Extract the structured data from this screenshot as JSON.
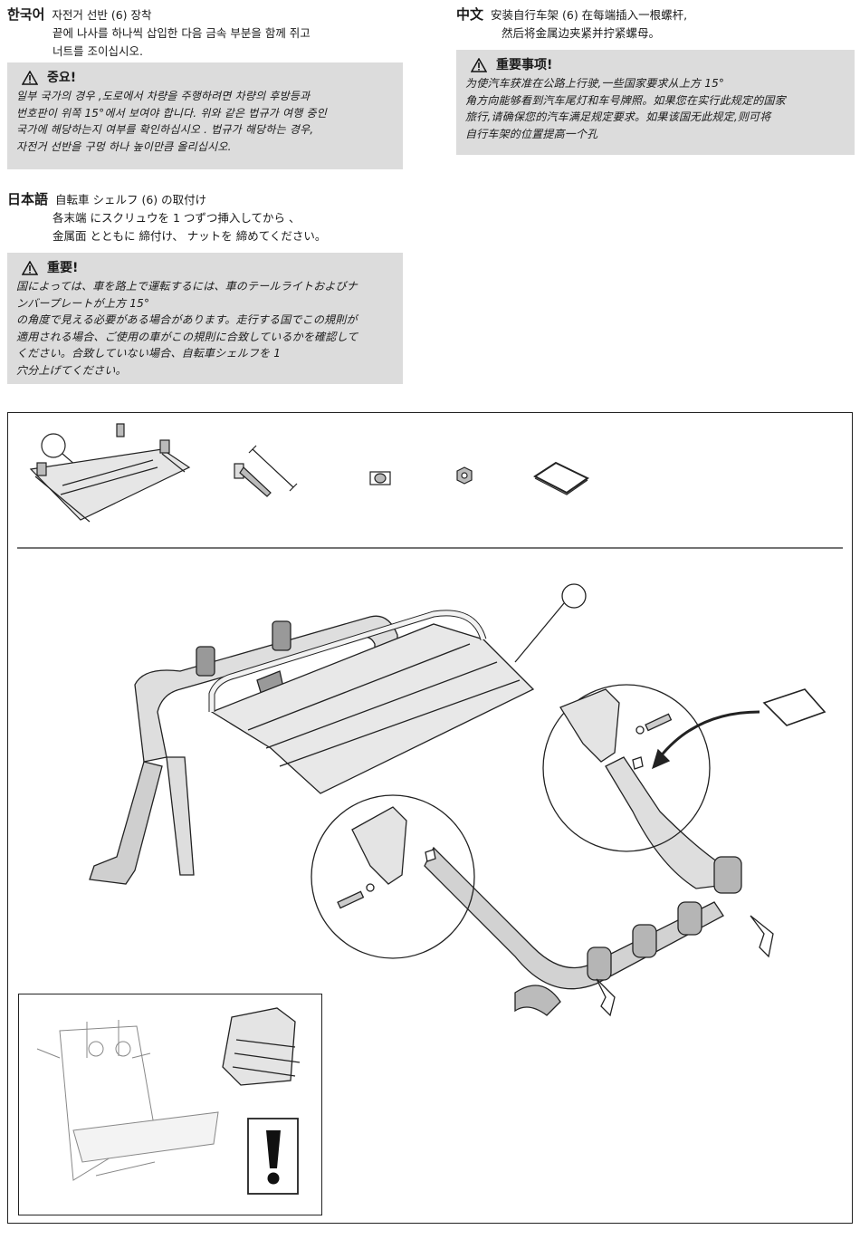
{
  "korean": {
    "lang_label": "한국어",
    "line1": "자전거 선반 (6) 장착",
    "line2": "끝에 나사를 하나씩 삽입한 다음 금속 부분을 함께 쥐고",
    "line3": "너트를 조이십시오.",
    "warning_title": "중요!",
    "warning_lines": [
      "일부 국가의 경우 ,도로에서 차량을 주행하려면 차량의 후방등과",
      "번호판이 위쪽 15°에서 보여야 합니다. 위와 같은 법규가 여행 중인",
      "국가에 해당하는지 여부를 확인하십시오 . 법규가 해당하는 경우,",
      "자전거 선반을 구멍 하나 높이만큼 올리십시오."
    ]
  },
  "japanese": {
    "lang_label": "日本語",
    "line1": "自転車 シェルフ (6) の取付け",
    "line2": "各末端 にスクリュウを 1 つずつ挿入してから 、",
    "line3": "金属面 とともに 締付け、 ナットを 締めてください。",
    "warning_title": "重要!",
    "warning_lines": [
      "国によっては、車を路上で運転するには、車のテールライトおよびナ",
      "ンバープレートが上方 15°",
      "の角度で見える必要がある場合があります。走行する国でこの規則が",
      "適用される場合、ご使用の車がこの規則に合致しているかを確認して",
      "ください。合致していない場合、自転車シェルフを 1",
      "穴分上げてください。"
    ]
  },
  "chinese": {
    "lang_label": "中文",
    "line1": "安装自行车架 (6) 在每端插入一根螺杆,",
    "line2": "然后将金属边夹紧并拧紧螺母。",
    "warning_title": "重要事项!",
    "warning_lines": [
      "为使汽车获准在公路上行驶,一些国家要求从上方 15°",
      "角方向能够看到汽车尾灯和车号牌照。如果您在实行此规定的国家",
      "旅行,请确保您的汽车满足规定要求。如果该国无此规定,则可将",
      "自行车架的位置提高一个孔"
    ]
  },
  "icons": {
    "warning": "warning-triangle-icon",
    "exclamation": "exclamation-icon"
  },
  "colors": {
    "warning_bg": "#dcdcdc",
    "line": "#222222",
    "part_fill": "#d9d9d9"
  }
}
